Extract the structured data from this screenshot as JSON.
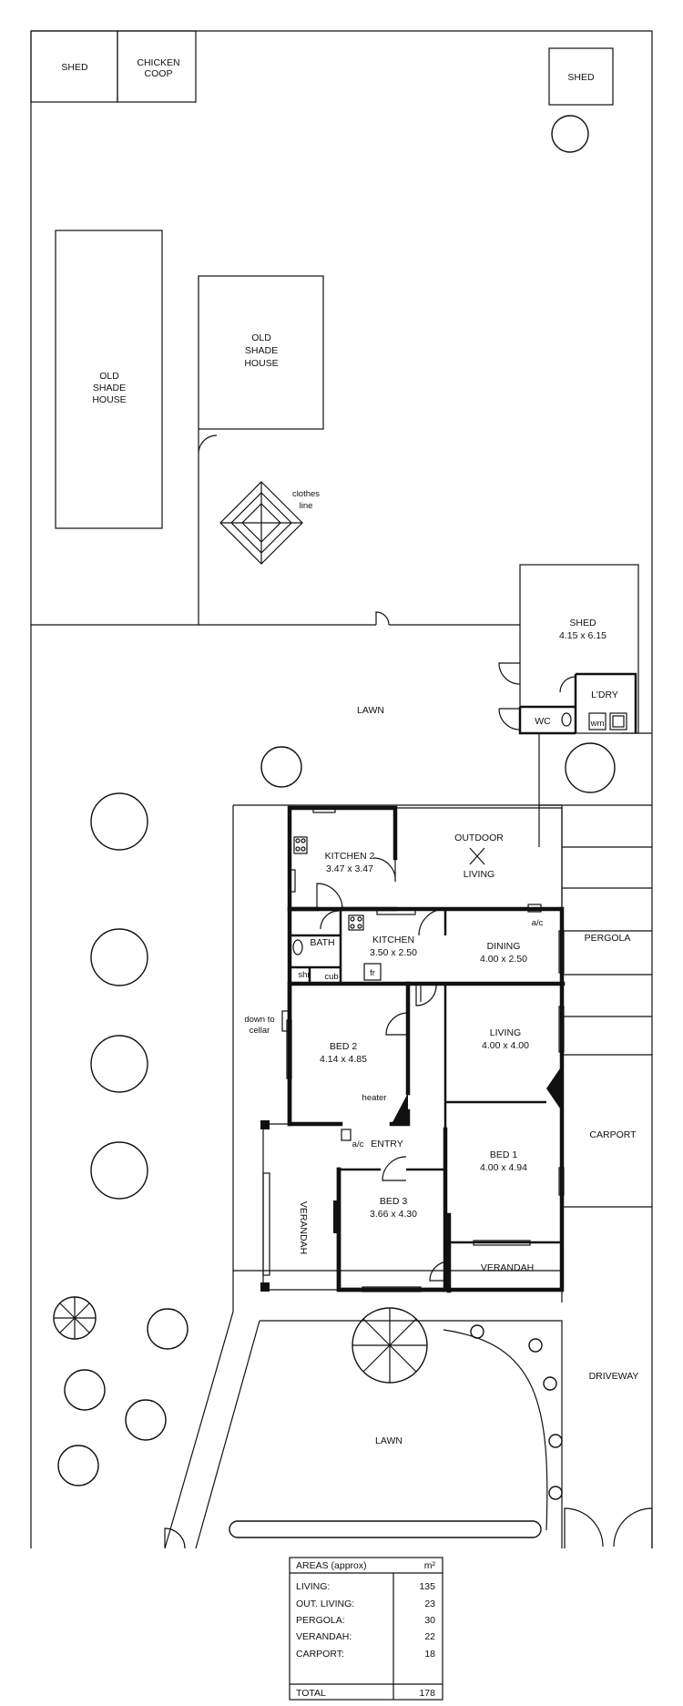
{
  "rooms": {
    "shed_nw": "SHED",
    "chicken_coop_1": "CHICKEN",
    "chicken_coop_2": "COOP",
    "shed_ne": "SHED",
    "old_shade_house_left_1": "OLD",
    "old_shade_house_left_2": "SHADE",
    "old_shade_house_left_3": "HOUSE",
    "old_shade_house_mid_1": "OLD",
    "old_shade_house_mid_2": "SHADE",
    "old_shade_house_mid_3": "HOUSE",
    "clothes_line_1": "clothes",
    "clothes_line_2": "line",
    "shed_large": "SHED",
    "shed_large_size": "4.15 x 6.15",
    "laundry": "L'DRY",
    "wm": "wm",
    "wc": "WC",
    "lawn_back": "LAWN",
    "kitchen2": "KITCHEN 2",
    "kitchen2_size": "3.47 x 3.47",
    "outdoor_living_1": "OUTDOOR",
    "outdoor_living_2": "LIVING",
    "bath": "BATH",
    "shr": "shr",
    "cub": "cub",
    "kitchen": "KITCHEN",
    "kitchen_size": "3.50 x 2.50",
    "fr": "fr",
    "dining": "DINING",
    "dining_size": "4.00 x 2.50",
    "ac_dining": "a/c",
    "pergola": "PERGOLA",
    "down_to_cellar_1": "down to",
    "down_to_cellar_2": "cellar",
    "bed2": "BED 2",
    "bed2_size": "4.14 x 4.85",
    "heater": "heater",
    "living": "LIVING",
    "living_size": "4.00 x 4.00",
    "carport": "CARPORT",
    "ac_entry": "a/c",
    "entry": "ENTRY",
    "bed1": "BED 1",
    "bed1_size": "4.00 x 4.94",
    "verandah_side": "VERANDAH",
    "bed3": "BED 3",
    "bed3_size": "3.66 x 4.30",
    "verandah_front": "VERANDAH",
    "driveway": "DRIVEWAY",
    "lawn_front": "LAWN"
  },
  "areas_table": {
    "header_label": "AREAS (approx)",
    "header_unit": "m²",
    "rows": [
      {
        "label": "LIVING:",
        "value": "135"
      },
      {
        "label": "OUT. LIVING:",
        "value": "23"
      },
      {
        "label": "PERGOLA:",
        "value": "30"
      },
      {
        "label": "VERANDAH:",
        "value": "22"
      },
      {
        "label": "CARPORT:",
        "value": "18"
      }
    ],
    "total_label": "TOTAL",
    "total_value": "178"
  }
}
